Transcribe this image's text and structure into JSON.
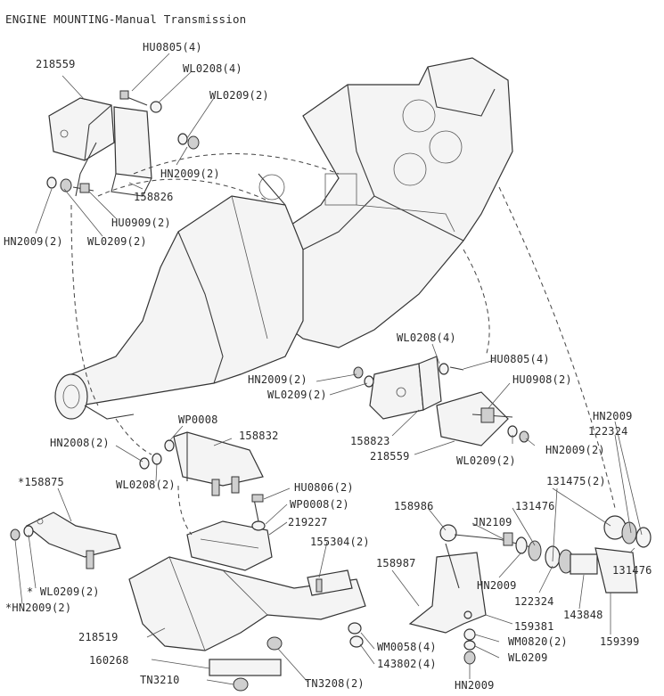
{
  "title": "ENGINE MOUNTING-Manual Transmission",
  "labels": {
    "p218559_top": "218559",
    "hu0805_4_top": "HU0805(4)",
    "wl0208_4_top": "WL0208(4)",
    "wl0209_2_top": "WL0209(2)",
    "hn2009_2_top": "HN2009(2)",
    "p158826": "158826",
    "hu0909_2": "HU0909(2)",
    "wl0209_2_left": "WL0209(2)",
    "hn2009_2_left": "HN2009(2)",
    "wl0208_4_mid": "WL0208(4)",
    "hu0805_4_mid": "HU0805(4)",
    "hu0908_2": "HU0908(2)",
    "hn2009_2_mid": "HN2009(2)",
    "wl0209_2_mid": "WL0209(2)",
    "p158823": "158823",
    "p218559_mid": "218559",
    "hn2009_2_right": "HN2009(2)",
    "wl0209_2_right": "WL0209(2)",
    "hn2009_right": "HN2009",
    "p122324_top": "122324",
    "p131475_2": "131475(2)",
    "wp0008": "WP0008",
    "p158832": "158832",
    "hn2008_2": "HN2008(2)",
    "wl0208_2": "WL0208(2)",
    "p158875": "*158875",
    "wl0209_2_star": "* WL0209(2)",
    "hn2009_2_star": "*HN2009(2)",
    "hu0806_2": "HU0806(2)",
    "wp0008_2": "WP0008(2)",
    "p219227": "219227",
    "p155304_2": "155304(2)",
    "p158986": "158986",
    "jn2109": "JN2109",
    "p131476_top": "131476",
    "p131476_right": "131476",
    "p158987": "158987",
    "hn2009_low": "HN2009",
    "p122324_low": "122324",
    "p143848": "143848",
    "p159381": "159381",
    "p159399": "159399",
    "wm0820_2": "WM0820(2)",
    "wl0209_low": "WL0209",
    "hn2009_bottom": "HN2009",
    "p218519": "218519",
    "p160268": "160268",
    "tn3210": "TN3210",
    "tn3208_2": "TN3208(2)",
    "wm0058_4": "WM0058(4)",
    "p143802_4": "143802(4)"
  }
}
